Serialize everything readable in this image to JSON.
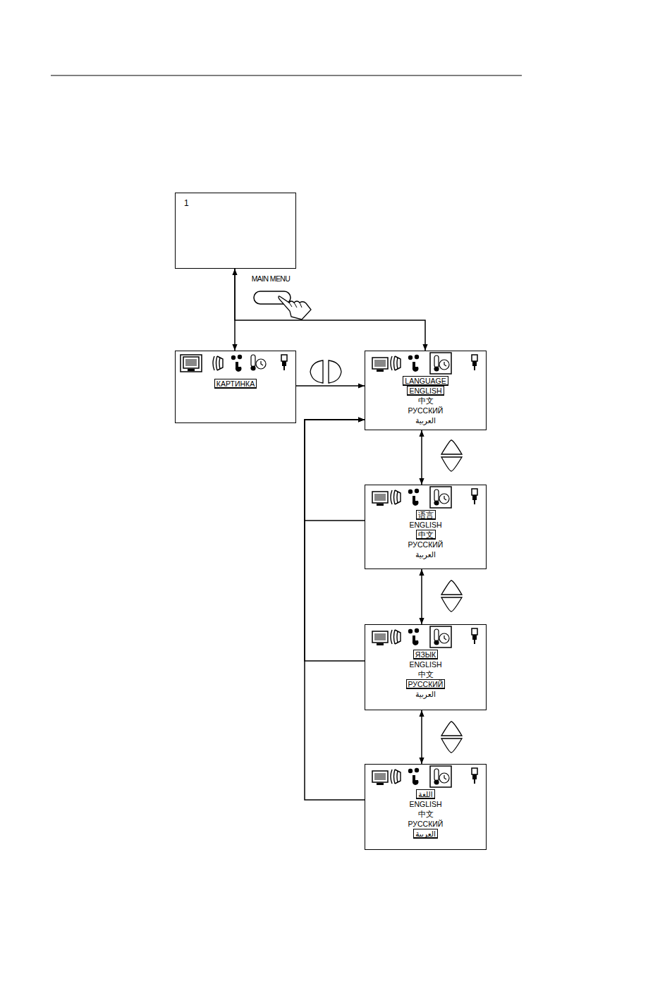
{
  "diagram": {
    "nodes": [
      {
        "text": [
          "1"
        ]
      },
      {
        "text": [
          "MAIN MENU"
        ]
      },
      {
        "text": [
          "КАРТИНКА"
        ]
      },
      {
        "text": [
          "LANGUAGE",
          "ENGLISH",
          "中文",
          "РУССКИЙ",
          "العربية"
        ]
      },
      {
        "text": [
          "语言",
          "ENGLISH",
          "中文",
          "РУССКИЙ",
          "العربية"
        ]
      },
      {
        "text": [
          "ЯЗЫК",
          "ENGLISH",
          "中文",
          "РУССКИЙ",
          "العربية"
        ]
      },
      {
        "text": [
          "اللغة",
          "ENGLISH",
          "中文",
          "РУССКИЙ",
          "العربية"
        ]
      }
    ],
    "edges": [
      {
        "from": 0,
        "to": 2,
        "arrow": "both"
      },
      {
        "from": 0,
        "to": 3,
        "arrow": "to"
      },
      {
        "from": 2,
        "to": 3,
        "arrow": "to"
      },
      {
        "from": 3,
        "to": 4,
        "arrow": "both"
      },
      {
        "from": 4,
        "to": 5,
        "arrow": "both"
      },
      {
        "from": 5,
        "to": 6,
        "arrow": "both"
      },
      {
        "from": 4,
        "to": 3,
        "arrow": "to"
      },
      {
        "from": 5,
        "to": 3,
        "arrow": "to"
      },
      {
        "from": 6,
        "to": 3,
        "arrow": "to"
      }
    ]
  }
}
